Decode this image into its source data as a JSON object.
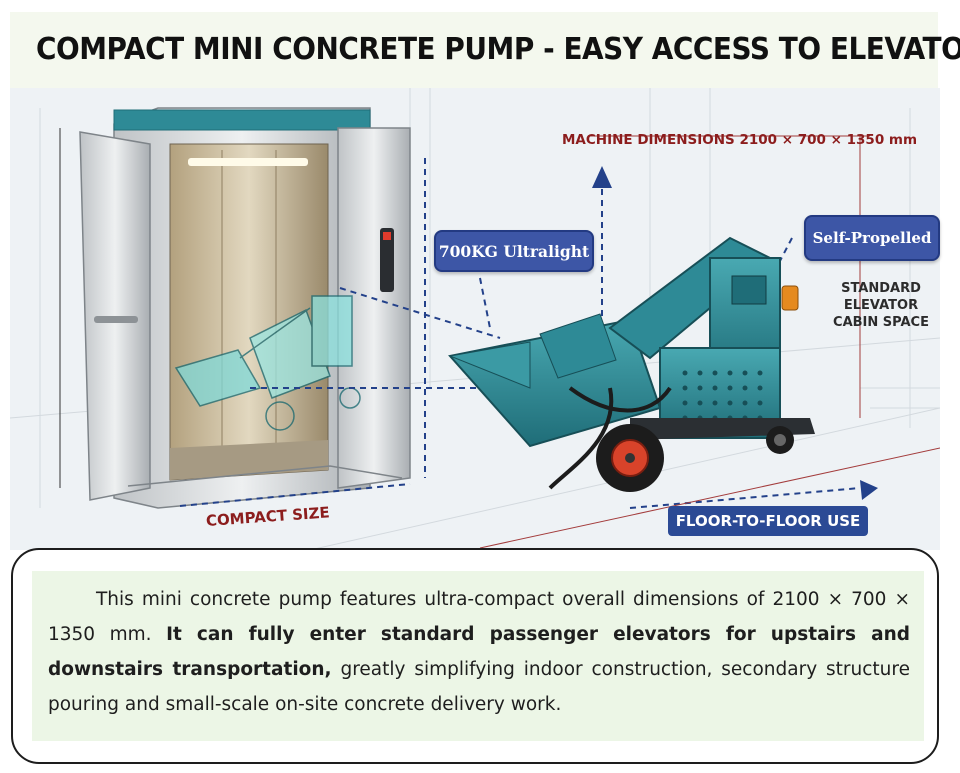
{
  "title": "COMPACT MINI CONCRETE PUMP - EASY ACCESS TO ELEVATORS",
  "labels": {
    "ultralight": "700KG Ultralight",
    "self_propelled": "Self-Propelled",
    "machine_dimensions": "MACHINE DIMENSIONS 2100 × 700 × 1350 mm",
    "compact_size": "COMPACT SIZE",
    "cabin_space": "STANDARD ELEVATOR CABIN SPACE",
    "floor_use": "FLOOR-TO-FLOOR USE"
  },
  "description": {
    "part1": "This mini concrete pump features ultra-compact overall dimensions of 2100 × 700 × 1350 mm. ",
    "bold": "It can fully enter standard passenger elevators for upstairs and downstairs transportation,",
    "part2": " greatly simplifying indoor construction, secondary structure pouring and small-scale on-site concrete delivery work."
  },
  "colors": {
    "machine_teal": "#2e8a96",
    "callout_blue": "#3d56a6",
    "dimension_red": "#8c1d1d",
    "arrow_navy": "#23418a",
    "description_bg": "#ecf6e6"
  }
}
